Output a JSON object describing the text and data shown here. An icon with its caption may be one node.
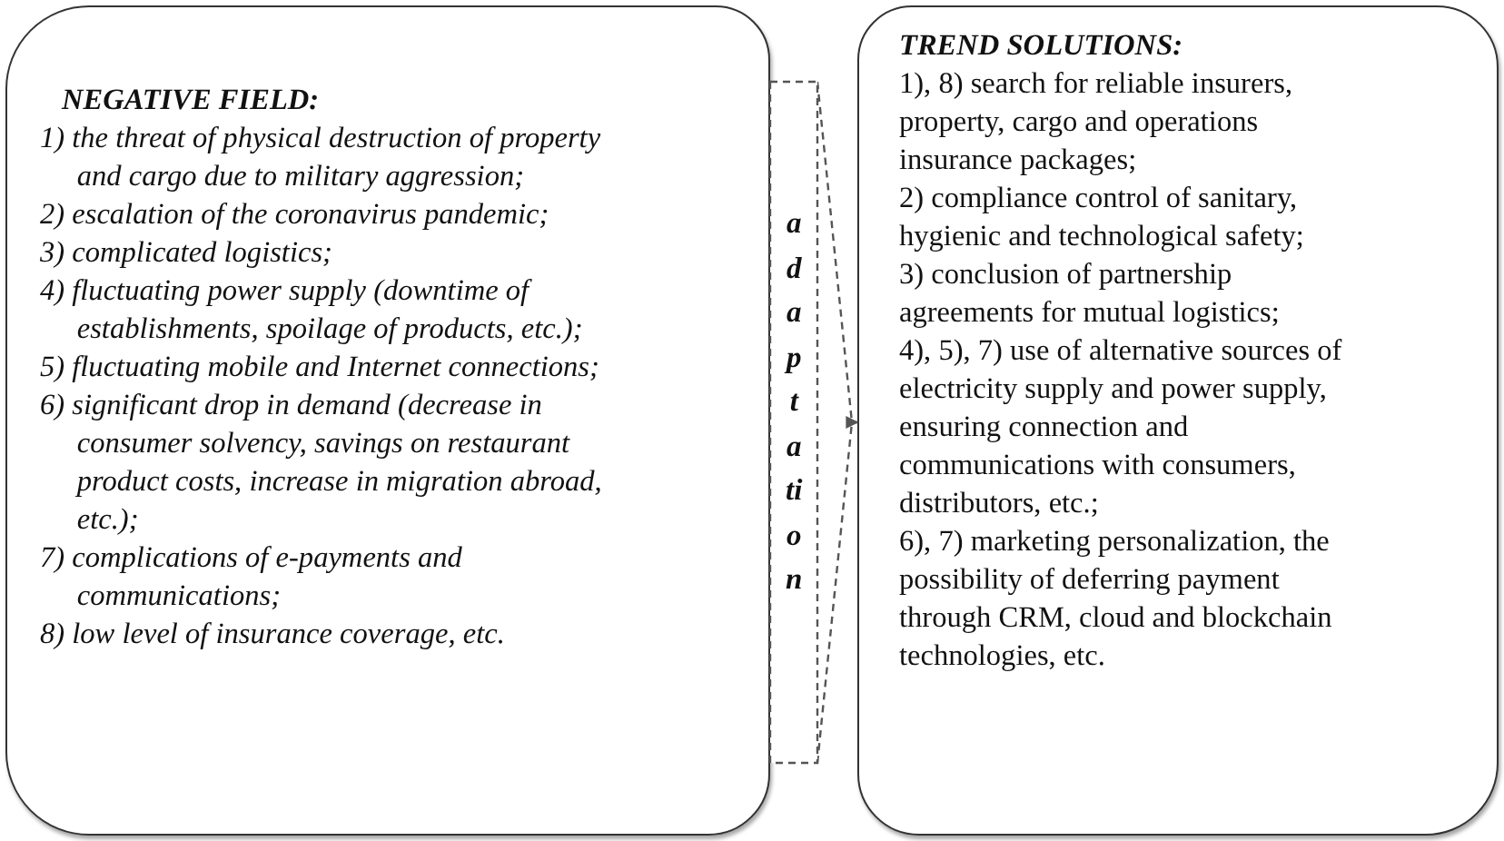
{
  "diagram": {
    "nodes": [
      {
        "text": [
          "NEGATIVE FIELD:",
          "1) the threat of physical destruction of property and cargo due to military aggression;",
          "2) escalation of the coronavirus pandemic;",
          "3) complicated logistics;",
          "4) fluctuating power supply (downtime of establishments, spoilage of products, etc.);",
          "5) fluctuating mobile and Internet connections;",
          "6) significant drop in demand (decrease in consumer solvency, savings on restaurant product costs, increase in migration abroad, etc.);",
          "7) complications of e-payments and communications;",
          "8) low level of insurance coverage, etc."
        ]
      },
      {
        "text": [
          "adaptation"
        ]
      },
      {
        "text": [
          "TREND SOLUTIONS:",
          "1), 8) search for reliable insurers, property, cargo and operations insurance packages;",
          "2) compliance control of sanitary, hygienic and technological safety;",
          "3) conclusion of partnership agreements for mutual logistics;",
          "4), 5), 7) use of alternative sources of electricity supply and power supply, ensuring connection and communications with consumers, distributors, etc.;",
          "6), 7) marketing personalization, the possibility of deferring payment through CRM, cloud and blockchain technologies, etc."
        ]
      }
    ],
    "edges": [
      {
        "from": 1,
        "to": 2,
        "arrow": "to",
        "style": "dashed"
      }
    ]
  }
}
